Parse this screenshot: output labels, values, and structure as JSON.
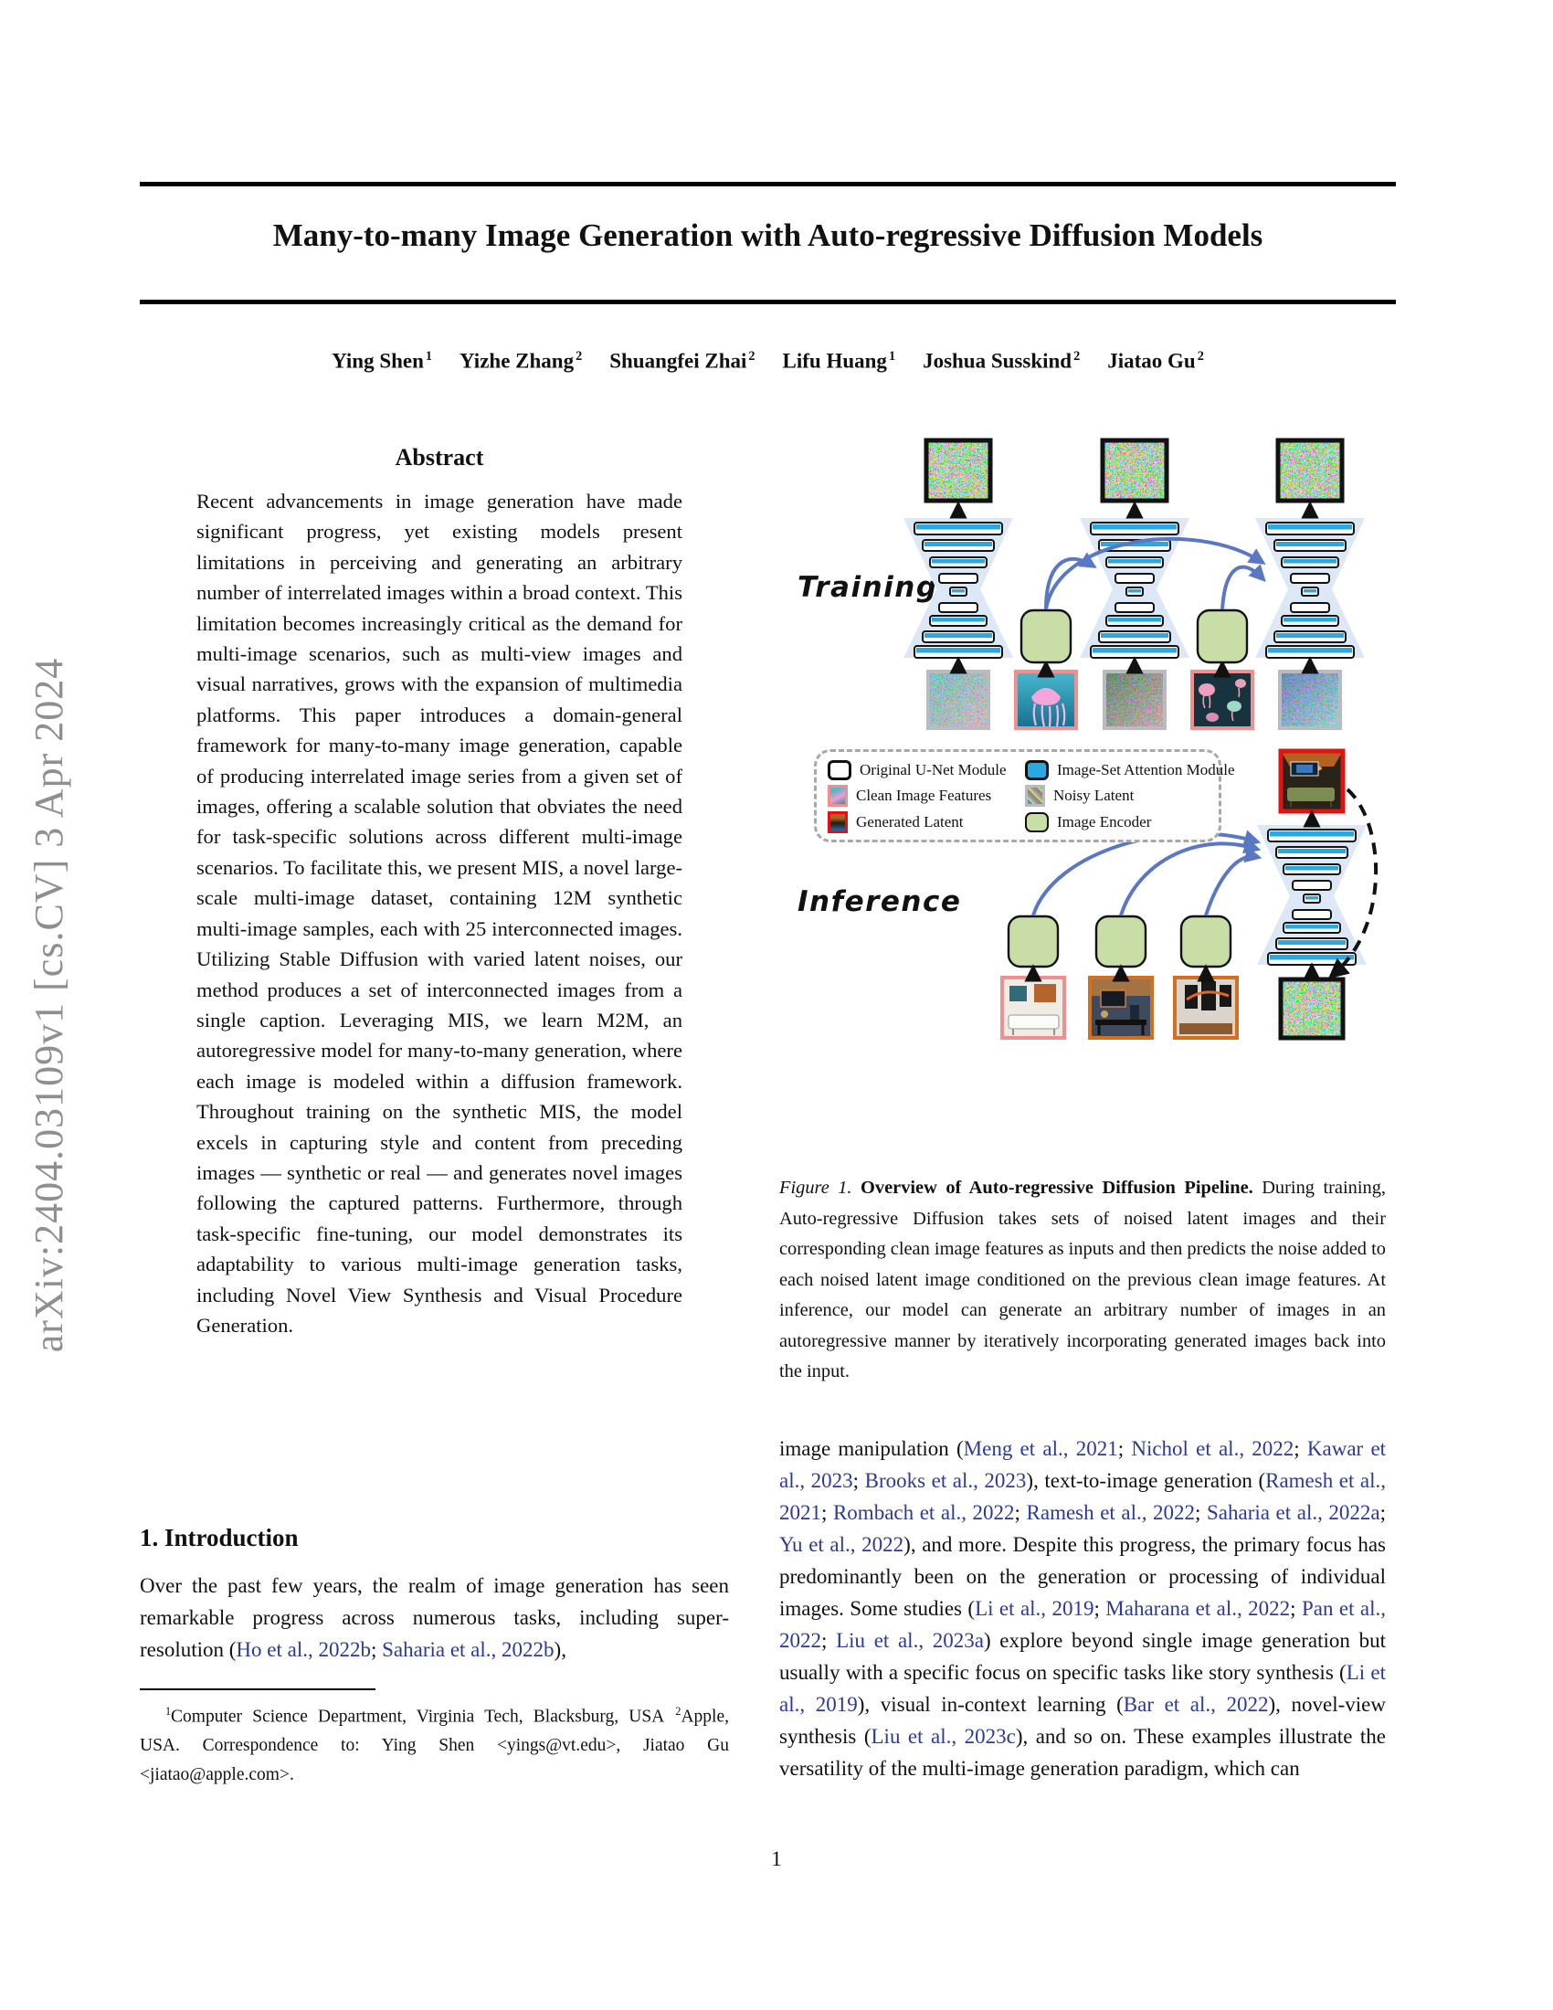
{
  "page": {
    "page_number": "1"
  },
  "sidebar": {
    "arxiv_stamp": "arXiv:2404.03109v1  [cs.CV]  3 Apr 2024"
  },
  "header": {
    "title": "Many-to-many Image Generation with Auto-regressive Diffusion Models"
  },
  "authors_rich": [
    {
      "t": "Ying Shen"
    },
    {
      "t": "1",
      "s": "sup"
    },
    {
      "t": "",
      "s": "sp"
    },
    {
      "t": "Yizhe Zhang"
    },
    {
      "t": "2",
      "s": "sup"
    },
    {
      "t": "",
      "s": "sp"
    },
    {
      "t": "Shuangfei Zhai"
    },
    {
      "t": "2",
      "s": "sup"
    },
    {
      "t": "",
      "s": "sp"
    },
    {
      "t": "Lifu Huang"
    },
    {
      "t": "1",
      "s": "sup"
    },
    {
      "t": "",
      "s": "sp"
    },
    {
      "t": "Joshua Susskind"
    },
    {
      "t": "2",
      "s": "sup"
    },
    {
      "t": "",
      "s": "sp"
    },
    {
      "t": "Jiatao Gu"
    },
    {
      "t": "2",
      "s": "sup"
    }
  ],
  "abstract": {
    "heading": "Abstract",
    "text": "Recent advancements in image generation have made significant progress, yet existing models present limitations in perceiving and generating an arbitrary number of interrelated images within a broad context. This limitation becomes increasingly critical as the demand for multi-image scenarios, such as multi-view images and visual narratives, grows with the expansion of multimedia platforms. This paper introduces a domain-general framework for many-to-many image generation, capable of producing interrelated image series from a given set of images, offering a scalable solution that obviates the need for task-specific solutions across different multi-image scenarios. To facilitate this, we present MIS, a novel large-scale multi-image dataset, containing 12M synthetic multi-image samples, each with 25 interconnected images. Utilizing Stable Diffusion with varied latent noises, our method produces a set of interconnected images from a single caption. Leveraging MIS, we learn M2M, an autoregressive model for many-to-many generation, where each image is modeled within a diffusion framework. Throughout training on the synthetic MIS, the model excels in capturing style and content from preceding images — synthetic or real — and generates novel images following the captured patterns. Furthermore, through task-specific fine-tuning, our model demonstrates its adaptability to various multi-image generation tasks, including Novel View Synthesis and Visual Procedure Generation."
  },
  "intro": {
    "heading": "1. Introduction",
    "paragraph": [
      {
        "t": "Over the past few years, the realm of image generation has seen remarkable progress across numerous tasks, including super-resolution ("
      },
      {
        "t": "Ho et al., 2022b",
        "s": "cite"
      },
      {
        "t": "; "
      },
      {
        "t": "Saharia et al., 2022b",
        "s": "cite"
      },
      {
        "t": "),"
      }
    ]
  },
  "footnote": {
    "segments": [
      {
        "t": "1",
        "s": "sup"
      },
      {
        "t": "Computer Science Department, Virginia Tech, Blacksburg, USA "
      },
      {
        "t": "2",
        "s": "sup"
      },
      {
        "t": "Apple, USA. Correspondence to: Ying Shen <yings@vt.edu>, Jiatao Gu <jiatao@apple.com>."
      }
    ]
  },
  "figure": {
    "labels": {
      "training": "Training",
      "inference": "Inference"
    },
    "legend": {
      "items": [
        {
          "icon": "unet-module",
          "label": "Original U-Net Module"
        },
        {
          "icon": "attention-module",
          "label": "Image-Set Attention Module"
        },
        {
          "icon": "clean-image",
          "label": "Clean Image Features"
        },
        {
          "icon": "noisy-latent",
          "label": "Noisy Latent"
        },
        {
          "icon": "generated-latent",
          "label": "Generated Latent"
        },
        {
          "icon": "image-encoder",
          "label": "Image Encoder"
        }
      ]
    },
    "colors": {
      "unet_fill": "#dce8f5",
      "bar_blue": "#29a9e1",
      "encoder_green": "#c9dda7",
      "arrow_blue": "#5a77c4",
      "border_salmon": "#ef8f8f",
      "border_orange": "#d2701f",
      "border_red": "#e01212",
      "border_gray": "#b8bcc2",
      "citation_blue": "#2b3a98"
    },
    "caption": [
      {
        "t": "Figure 1.",
        "s": "it"
      },
      {
        "t": " "
      },
      {
        "t": "Overview of Auto-regressive Diffusion Pipeline.",
        "s": "b"
      },
      {
        "t": " During training, Auto-regressive Diffusion takes sets of noised latent images and their corresponding clean image features as inputs and then predicts the noise added to each noised latent image conditioned on the previous clean image features. At inference, our model can generate an arbitrary number of images in an autoregressive manner by iteratively incorporating generated images back into the input."
      }
    ]
  },
  "right_column": {
    "paragraph": [
      {
        "t": "image manipulation ("
      },
      {
        "t": "Meng et al., 2021",
        "s": "cite"
      },
      {
        "t": "; "
      },
      {
        "t": "Nichol et al., 2022",
        "s": "cite"
      },
      {
        "t": "; "
      },
      {
        "t": "Kawar et al., 2023",
        "s": "cite"
      },
      {
        "t": "; "
      },
      {
        "t": "Brooks et al., 2023",
        "s": "cite"
      },
      {
        "t": "), text-to-image generation ("
      },
      {
        "t": "Ramesh et al., 2021",
        "s": "cite"
      },
      {
        "t": "; "
      },
      {
        "t": "Rombach et al., 2022",
        "s": "cite"
      },
      {
        "t": "; "
      },
      {
        "t": "Ramesh et al., 2022",
        "s": "cite"
      },
      {
        "t": "; "
      },
      {
        "t": "Saharia et al., 2022a",
        "s": "cite"
      },
      {
        "t": "; "
      },
      {
        "t": "Yu et al., 2022",
        "s": "cite"
      },
      {
        "t": "), and more. Despite this progress, the primary focus has predominantly been on the generation or processing of individual images. Some studies ("
      },
      {
        "t": "Li et al., 2019",
        "s": "cite"
      },
      {
        "t": "; "
      },
      {
        "t": "Maharana et al., 2022",
        "s": "cite"
      },
      {
        "t": "; "
      },
      {
        "t": "Pan et al., 2022",
        "s": "cite"
      },
      {
        "t": "; "
      },
      {
        "t": "Liu et al., 2023a",
        "s": "cite"
      },
      {
        "t": ") explore beyond single image generation but usually with a specific focus on specific tasks like story synthesis ("
      },
      {
        "t": "Li et al., 2019",
        "s": "cite"
      },
      {
        "t": "), visual in-context learning ("
      },
      {
        "t": "Bar et al., 2022",
        "s": "cite"
      },
      {
        "t": "), novel-view synthesis ("
      },
      {
        "t": "Liu et al., 2023c",
        "s": "cite"
      },
      {
        "t": "), and so on.  These examples illustrate the versatility of the multi-image generation paradigm, which can"
      }
    ]
  }
}
